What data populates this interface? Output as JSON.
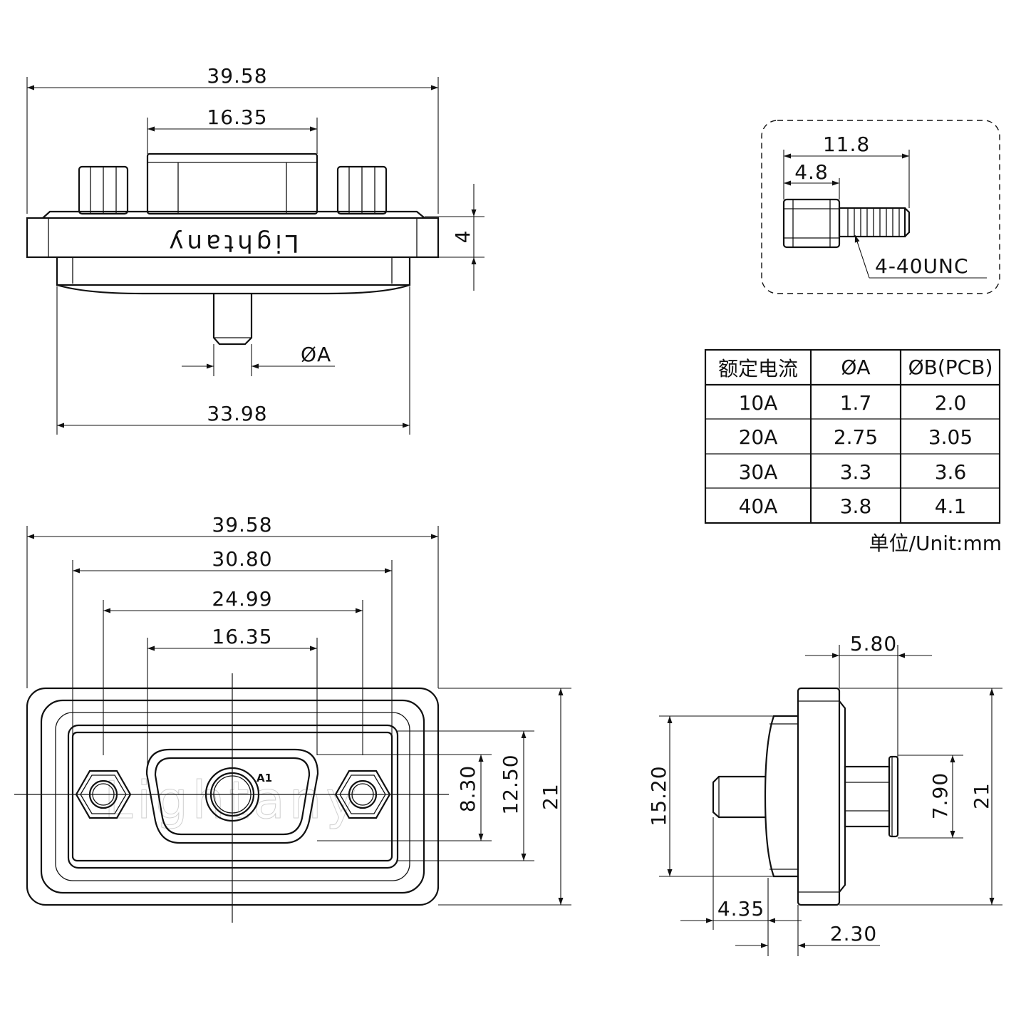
{
  "dimensions": {
    "front_top_width": "39.58",
    "front_top_shell": "16.35",
    "front_flange_thickness": "4",
    "front_pin_diameter": "ØA",
    "front_bottom_width": "33.98",
    "face_overall_width": "39.58",
    "face_hole_pitch": "30.80",
    "face_inner_width": "24.99",
    "face_shell_width": "16.35",
    "face_shell_height": "8.30",
    "face_inner_height": "12.50",
    "face_overall_height": "21",
    "side_body_offset": "5.80",
    "side_flange_height": "15.20",
    "side_screw_height": "7.90",
    "side_overall_height": "21",
    "side_pin_length": "4.35",
    "side_flange_thickness": "2.30"
  },
  "brand_text": "Lightany",
  "pin_label": "A1",
  "screw_detail": {
    "total_length": "11.8",
    "hex_length": "4.8",
    "thread": "4-40UNC"
  },
  "table": {
    "headers": [
      "额定电流",
      "ØA",
      "ØB(PCB)"
    ],
    "rows": [
      [
        "10A",
        "1.7",
        "2.0"
      ],
      [
        "20A",
        "2.75",
        "3.05"
      ],
      [
        "30A",
        "3.3",
        "3.6"
      ],
      [
        "40A",
        "3.8",
        "4.1"
      ]
    ],
    "unit_note": "单位/Unit:mm"
  }
}
